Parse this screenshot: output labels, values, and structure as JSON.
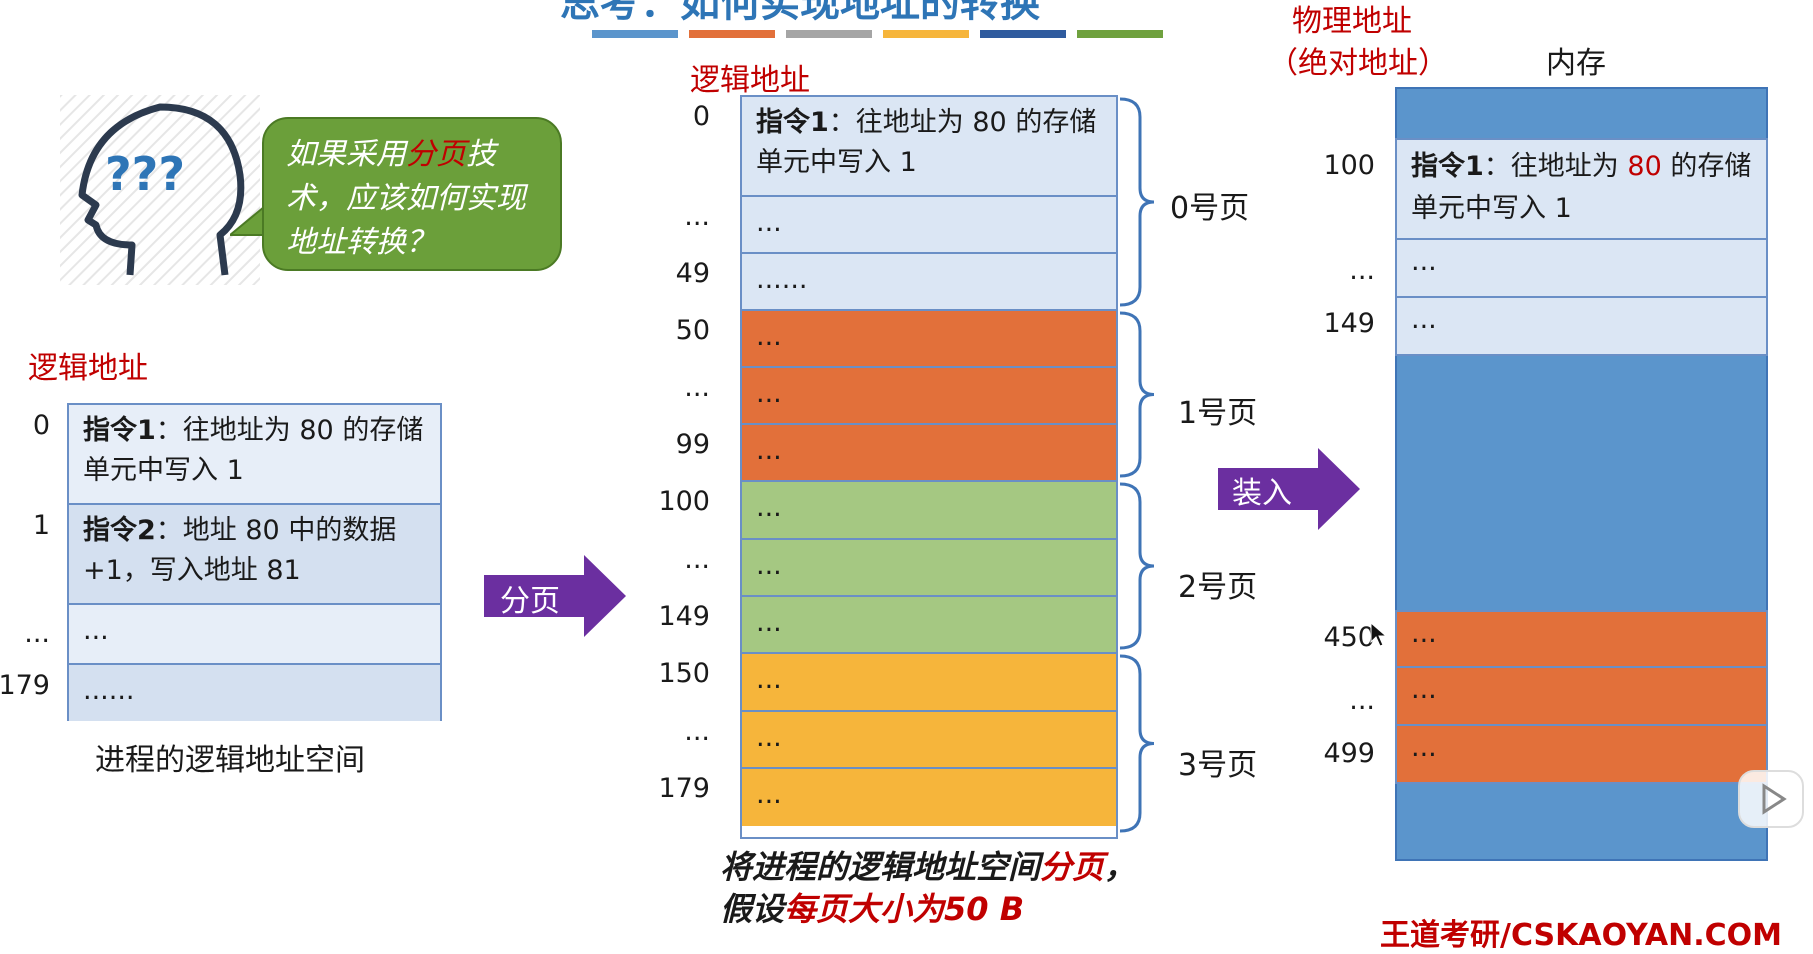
{
  "header": {
    "title_partial": "思考：如何实现地址的转换"
  },
  "colors": {
    "blue": "#5b95cc",
    "orange": "#e2703a",
    "green": "#a5c882",
    "yellow": "#f6b53b",
    "light": "#dbe6f4",
    "navy": "#2f5b9e",
    "purple": "#6b2fa0",
    "accent_red": "#c00000"
  },
  "bubble": {
    "part1": "如果采用",
    "highlight": "分页",
    "part2": "技术，应该如何实现地址转换？"
  },
  "left_space": {
    "label": "逻辑地址",
    "caption": "进程的逻辑地址空间",
    "rows": [
      {
        "addr": "0",
        "bold": "指令1",
        "text": "：往地址为 80 的存储单元中写入 1"
      },
      {
        "addr": "1",
        "bold": "指令2",
        "text": "：地址 80 中的数据+1，写入地址 81"
      },
      {
        "addr": "...",
        "bold": "",
        "text": "..."
      },
      {
        "addr": "179",
        "bold": "",
        "text": "......"
      }
    ]
  },
  "arrow_paging": {
    "label": "分页"
  },
  "middle_space": {
    "label": "逻辑地址",
    "rows": [
      {
        "addr": "0",
        "bold": "指令1",
        "text": "：往地址为 80 的存储单元中写入 1"
      },
      {
        "addr": "...",
        "text": "..."
      },
      {
        "addr": "49",
        "text": "......"
      },
      {
        "addr": "50",
        "text": "..."
      },
      {
        "addr": "...",
        "text": "..."
      },
      {
        "addr": "99",
        "text": "..."
      },
      {
        "addr": "100",
        "text": "..."
      },
      {
        "addr": "...",
        "text": "..."
      },
      {
        "addr": "149",
        "text": "..."
      },
      {
        "addr": "150",
        "text": "..."
      },
      {
        "addr": "...",
        "text": "..."
      },
      {
        "addr": "179",
        "text": "..."
      }
    ],
    "pages": [
      "0号页",
      "1号页",
      "2号页",
      "3号页"
    ]
  },
  "caption_bottom": {
    "p1": "将进程的逻辑地址空间",
    "p2": "分页",
    "p3": "，假设",
    "p4": "每页大小为",
    "p5": "50 B"
  },
  "arrow_load": {
    "label": "装入"
  },
  "right_space": {
    "label_line1": "物理地址",
    "label_line2": "（绝对地址）",
    "memory_label": "内存",
    "addrs": [
      "100",
      "...",
      "149",
      "450",
      "...",
      "499"
    ],
    "instr_bold": "指令1",
    "instr_text1": "：往地址为 ",
    "instr_num": "80",
    "instr_text2": " 的存储单元中写入 1",
    "cell_text": "..."
  },
  "watermark": "王道考研/CSKAOYAN.COM"
}
